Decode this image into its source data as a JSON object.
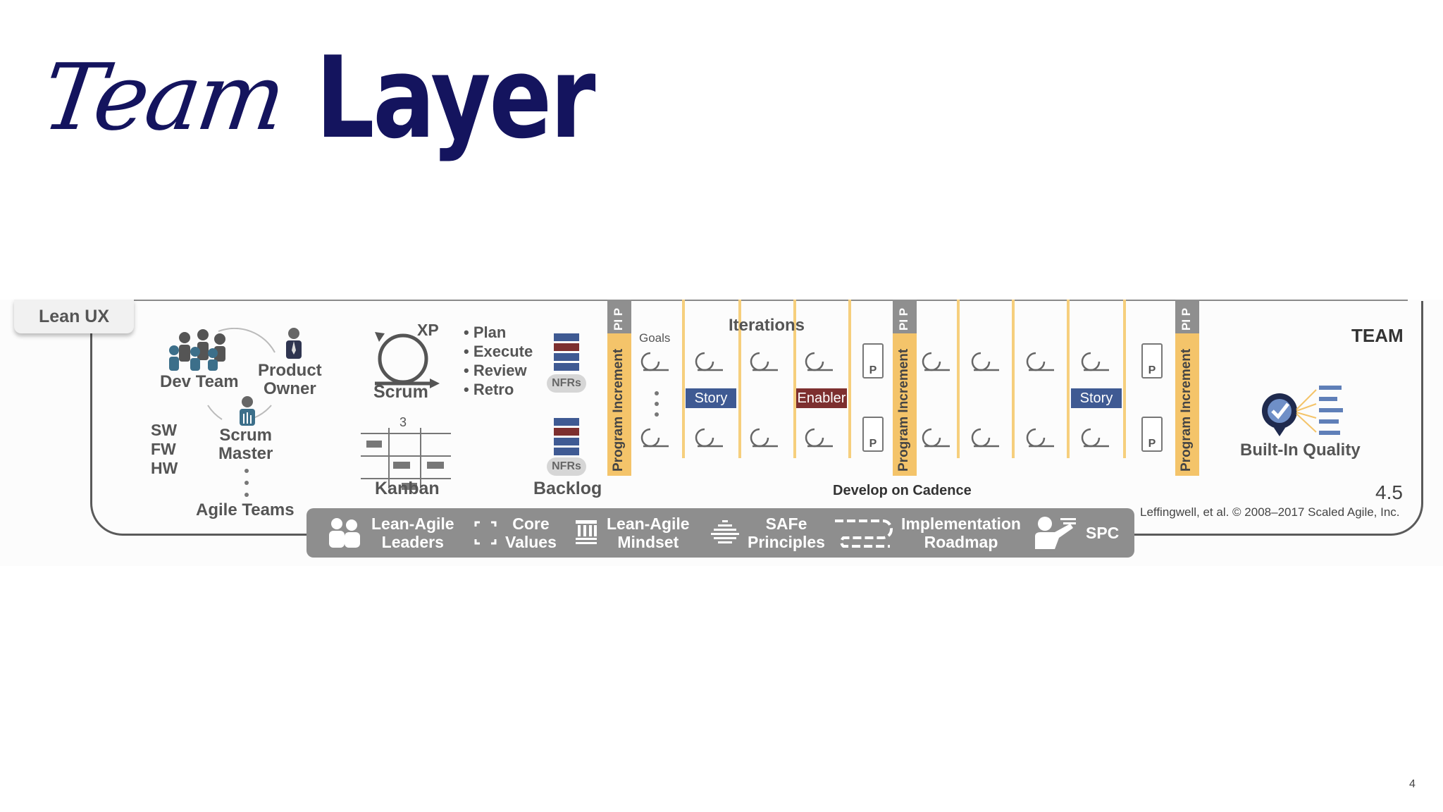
{
  "title": {
    "script": "Team",
    "block": "Layer"
  },
  "diagram": {
    "tag": "Lean UX",
    "team_label": "TEAM",
    "dev_team": "Dev Team",
    "product_owner": [
      "Product",
      "Owner"
    ],
    "scrum_master": [
      "Scrum",
      "Master"
    ],
    "disciplines": [
      "SW",
      "FW",
      "HW"
    ],
    "agile_teams": "Agile Teams",
    "xp": "XP",
    "scrum": "Scrum",
    "kanban": "Kanban",
    "kanban_wip": "3",
    "events": [
      "• Plan",
      "• Execute",
      "• Review",
      "• Retro"
    ],
    "nfrs": "NFRs",
    "backlog": "Backlog",
    "goals": "Goals",
    "iterations": "Iterations",
    "pi_label": "Program Increment",
    "pi_cap": "PI P",
    "story": "Story",
    "enabler": "Enabler",
    "p_label": "P",
    "develop_on_cadence": "Develop on Cadence",
    "built_in_quality": "Built-In Quality",
    "version": "4.5",
    "copyright": "Leffingwell, et al. © 2008–2017 Scaled Agile, Inc.",
    "footer": [
      {
        "lines": [
          "Lean-Agile",
          "Leaders"
        ],
        "icon": "leaders-icon"
      },
      {
        "lines": [
          "Core",
          "Values"
        ],
        "icon": "core-values-icon"
      },
      {
        "lines": [
          "Lean-Agile",
          "Mindset"
        ],
        "icon": "mindset-icon"
      },
      {
        "lines": [
          "SAFe",
          "Principles"
        ],
        "icon": "principles-icon"
      },
      {
        "lines": [
          "Implementation",
          "Roadmap"
        ],
        "icon": "roadmap-icon"
      },
      {
        "lines": [
          "SPC"
        ],
        "icon": "spc-icon"
      }
    ],
    "colors": {
      "story": "#3f5a93",
      "enabler": "#7d2f2f",
      "pi": "#f4c46a",
      "title": "#14145e"
    }
  },
  "page_number": "4"
}
